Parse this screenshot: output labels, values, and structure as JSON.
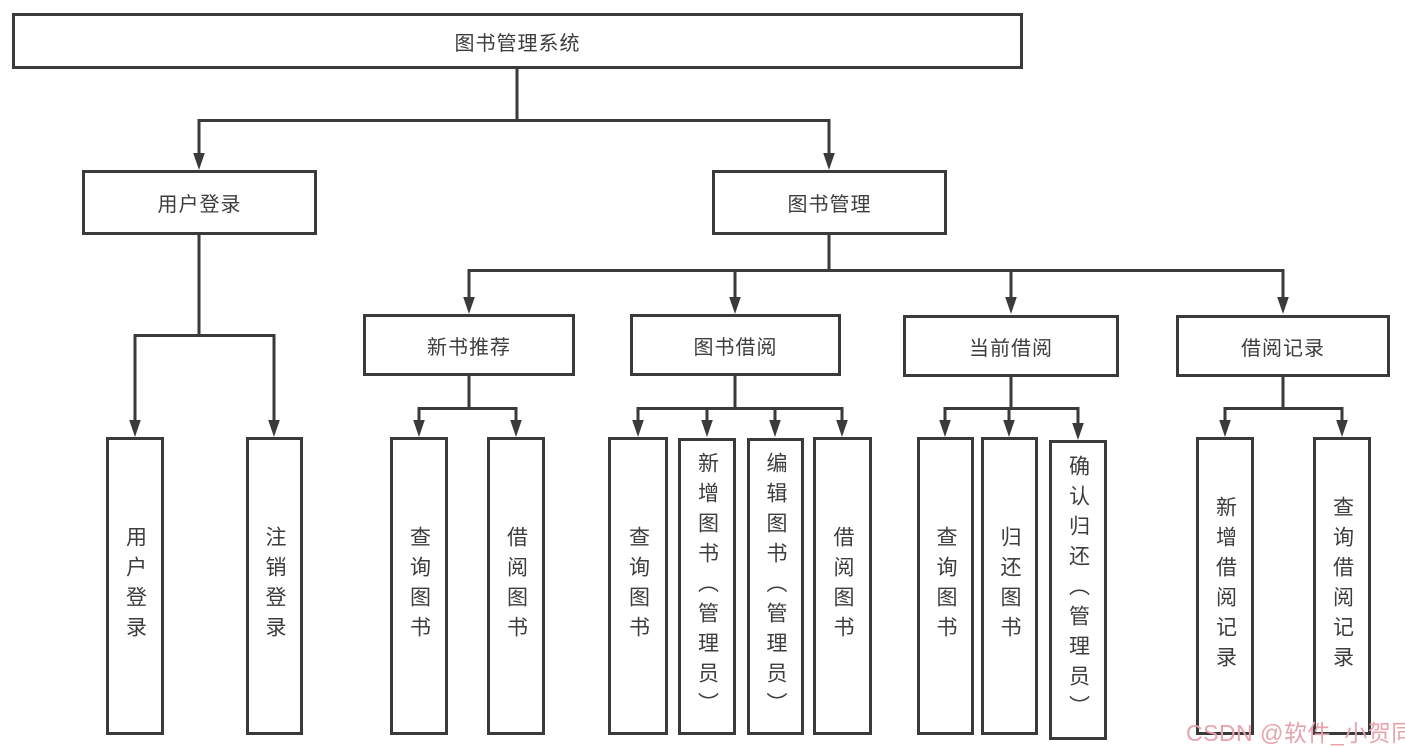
{
  "diagram_title": "图书管理系统",
  "root": {
    "label": "图书管理系统"
  },
  "branches": {
    "user_login": {
      "label": "用户登录",
      "children": [
        "用户登录",
        "注销登录"
      ]
    },
    "book_management": {
      "label": "图书管理"
    },
    "new_book_recommend": {
      "label": "新书推荐",
      "children": [
        "查询图书",
        "借阅图书"
      ]
    },
    "book_borrowing": {
      "label": "图书借阅",
      "children": [
        "查询图书",
        "新增图书（管理员）",
        "编辑图书（管理员）",
        "借阅图书"
      ]
    },
    "current_borrowing": {
      "label": "当前借阅",
      "children": [
        "查询图书",
        "归还图书",
        "确认归还（管理员）"
      ]
    },
    "borrowing_records": {
      "label": "借阅记录",
      "children": [
        "新增借阅记录",
        "查询借阅记录"
      ]
    }
  },
  "watermark": {
    "text": "CSDN @软件_小贺同学",
    "color": "#e7a3ab"
  },
  "colors": {
    "line": "#3a3a3a",
    "text": "#3d3d3d",
    "background": "#ffffff"
  }
}
